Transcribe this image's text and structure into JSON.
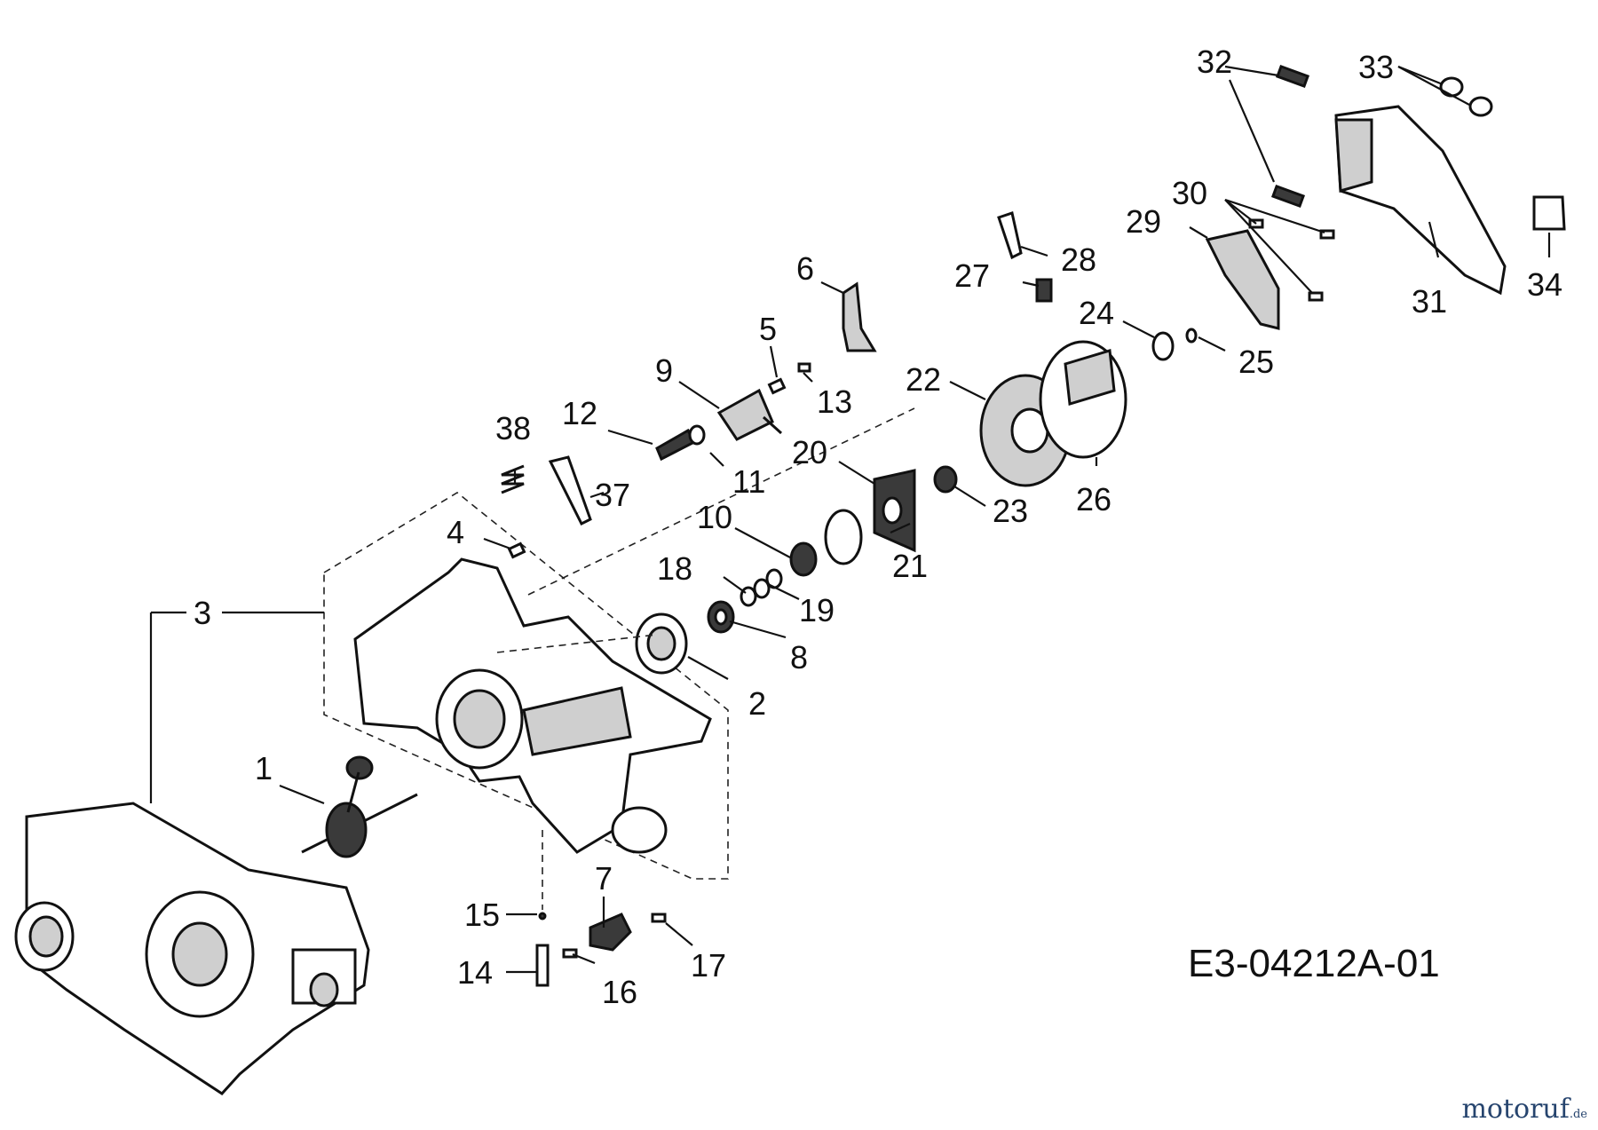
{
  "diagram": {
    "drawing_code": "E3-04212A-01",
    "labels": [
      "1",
      "2",
      "3",
      "4",
      "5",
      "6",
      "7",
      "8",
      "9",
      "10",
      "11",
      "12",
      "13",
      "14",
      "15",
      "16",
      "17",
      "18",
      "19",
      "20",
      "21",
      "22",
      "23",
      "24",
      "25",
      "26",
      "27",
      "28",
      "29",
      "30",
      "31",
      "32",
      "33",
      "34",
      "37",
      "38"
    ]
  },
  "watermark": {
    "brand": "motoruf",
    "tld": ".de"
  }
}
